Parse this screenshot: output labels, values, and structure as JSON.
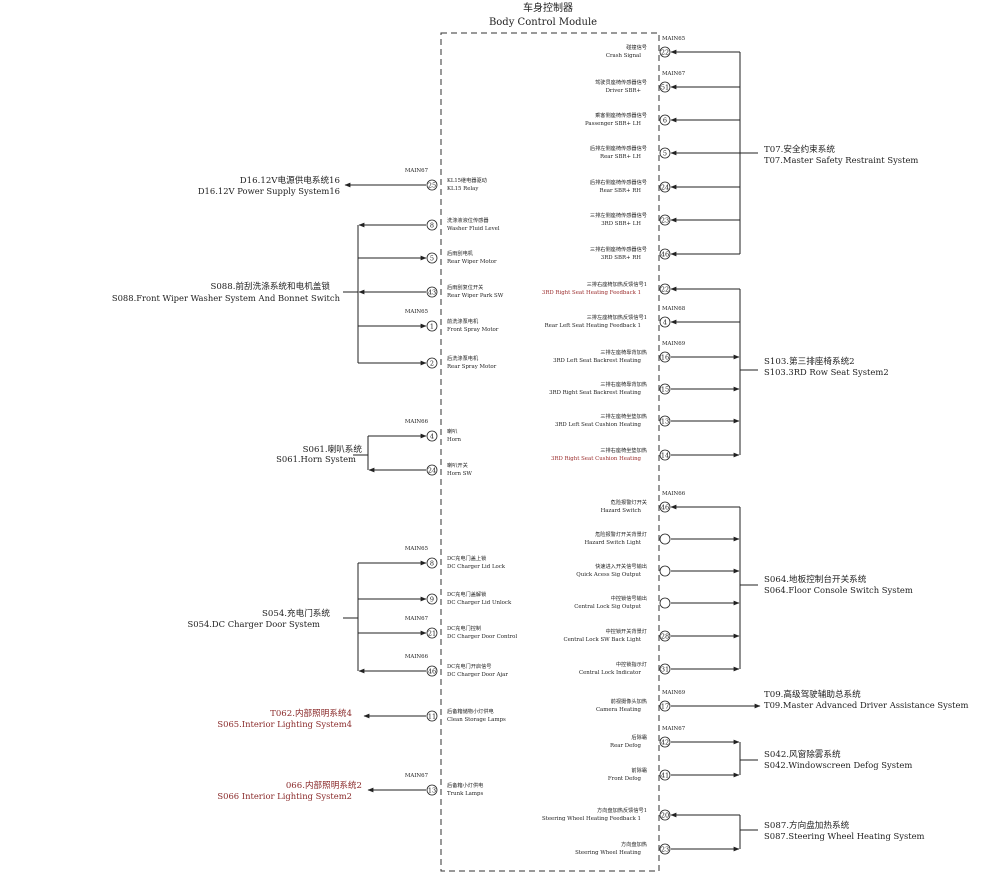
{
  "module": {
    "title_cn": "车身控制器",
    "title_en": "Body Control Module"
  },
  "left_pins": [
    {
      "connector": "MAIN67",
      "pin": "25",
      "cn": "KL15继电器驱动",
      "en": "KL15 Relay",
      "dir": "out"
    },
    {
      "connector": "",
      "pin": "8",
      "cn": "洗涤液液位传感器",
      "en": "Washer Fluid Level",
      "dir": "in"
    },
    {
      "connector": "",
      "pin": "5",
      "cn": "后雨刮电机",
      "en": "Rear Wiper Motor",
      "dir": "out"
    },
    {
      "connector": "",
      "pin": "43",
      "cn": "后雨刮复位开关",
      "en": "Rear Wiper Park SW",
      "dir": "in"
    },
    {
      "connector": "MAIN65",
      "pin": "1",
      "cn": "前洗涤泵电机",
      "en": "Front Spray Motor",
      "dir": "out"
    },
    {
      "connector": "",
      "pin": "2",
      "cn": "后洗涤泵电机",
      "en": "Rear Spray Motor",
      "dir": "out"
    },
    {
      "connector": "MAIN66",
      "pin": "4",
      "cn": "喇叭",
      "en": "Horn",
      "dir": "out"
    },
    {
      "connector": "",
      "pin": "24",
      "cn": "喇叭开关",
      "en": "Horn SW",
      "dir": "in"
    },
    {
      "connector": "MAIN65",
      "pin": "8",
      "cn": "DC充电门盖上锁",
      "en": "DC Charger Lid Lock",
      "dir": "out"
    },
    {
      "connector": "",
      "pin": "9",
      "cn": "DC充电门盖解锁",
      "en": "DC Charger Lid Unlock",
      "dir": "out"
    },
    {
      "connector": "MAIN67",
      "pin": "21",
      "cn": "DC充电门控制",
      "en": "DC Charger Door Control",
      "dir": "out"
    },
    {
      "connector": "MAIN66",
      "pin": "46",
      "cn": "DC充电门开启信号",
      "en": "DC Charger Door Ajar",
      "dir": "in"
    },
    {
      "connector": "",
      "pin": "11",
      "cn": "后备箱储物小灯供电",
      "en": "Clean Storage Lamps",
      "dir": "out"
    },
    {
      "connector": "MAIN67",
      "pin": "13",
      "cn": "后备箱小灯供电",
      "en": "Trunk Lamps",
      "dir": "out"
    }
  ],
  "right_pins": [
    {
      "connector": "MAIN65",
      "pin": "22",
      "cn": "碰撞信号",
      "en": "Crash Signal",
      "dir": "in"
    },
    {
      "connector": "MAIN67",
      "pin": "51",
      "cn": "驾驶员座椅传感器信号",
      "en": "Driver SBR+",
      "dir": "in"
    },
    {
      "connector": "",
      "pin": "6",
      "cn": "乘客侧座椅传感器信号",
      "en": "Passenger SBR+ LH",
      "dir": "in"
    },
    {
      "connector": "",
      "pin": "5",
      "cn": "后排左侧座椅传感器信号",
      "en": "Rear SBR+ LH",
      "dir": "in"
    },
    {
      "connector": "",
      "pin": "24",
      "cn": "后排右侧座椅传感器信号",
      "en": "Rear SBR+ RH",
      "dir": "in"
    },
    {
      "connector": "",
      "pin": "23",
      "cn": "三排左侧座椅传感器信号",
      "en": "3RD SBR+ LH",
      "dir": "in"
    },
    {
      "connector": "",
      "pin": "46",
      "cn": "三排右侧座椅传感器信号",
      "en": "3RD SBR+ RH",
      "dir": "in"
    },
    {
      "connector": "",
      "pin": "22",
      "cn": "三排右座椅加热反馈信号1",
      "en": "3RD Right Seat Heating Feedback 1",
      "dir": "in",
      "red": true
    },
    {
      "connector": "MAIN68",
      "pin": "4",
      "cn": "三排左座椅加热反馈信号1",
      "en": "Rear Left Seat Heating Feedback 1",
      "dir": "in"
    },
    {
      "connector": "MAIN69",
      "pin": "16",
      "cn": "三排左座椅靠背加热",
      "en": "3RD Left Seat Backrest Heating",
      "dir": "out"
    },
    {
      "connector": "",
      "pin": "15",
      "cn": "三排右座椅靠背加热",
      "en": "3RD Right Seat Backrest Heating",
      "dir": "out"
    },
    {
      "connector": "",
      "pin": "13",
      "cn": "三排左座椅坐垫加热",
      "en": "3RD Left Seat Cushion Heating",
      "dir": "out"
    },
    {
      "connector": "",
      "pin": "14",
      "cn": "三排右座椅坐垫加热",
      "en": "3RD Right Seat Cushion Heating",
      "dir": "out",
      "red": true
    },
    {
      "connector": "MAIN66",
      "pin": "46",
      "cn": "危险报警灯开关",
      "en": "Hazard Switch",
      "dir": "in"
    },
    {
      "connector": "",
      "pin": "",
      "cn": "危险报警灯开关背景灯",
      "en": "Hazard Switch Light",
      "dir": "out"
    },
    {
      "connector": "",
      "pin": "",
      "cn": "快速进入开关信号输出",
      "en": "Quick Acess Sig Output",
      "dir": "out"
    },
    {
      "connector": "",
      "pin": "",
      "cn": "中控锁信号输出",
      "en": "Central Lock Sig Output",
      "dir": "out"
    },
    {
      "connector": "",
      "pin": "28",
      "cn": "中控锁开关背景灯",
      "en": "Central Lock SW Back Light",
      "dir": "out"
    },
    {
      "connector": "",
      "pin": "31",
      "cn": "中控锁指示灯",
      "en": "Central Lock Indicator",
      "dir": "out"
    },
    {
      "connector": "MAIN69",
      "pin": "17",
      "cn": "前视摄像头加热",
      "en": "Camera Heating",
      "dir": "out"
    },
    {
      "connector": "MAIN67",
      "pin": "42",
      "cn": "后除霜",
      "en": "Rear Defog",
      "dir": "out"
    },
    {
      "connector": "",
      "pin": "41",
      "cn": "前除霜",
      "en": "Front Defog",
      "dir": "out"
    },
    {
      "connector": "",
      "pin": "20",
      "cn": "方向盘加热反馈信号1",
      "en": "Steering Wheel Heating Feedback 1",
      "dir": "in"
    },
    {
      "connector": "",
      "pin": "23",
      "cn": "方向盘加热",
      "en": "Steering Wheel Heating",
      "dir": "out"
    }
  ],
  "left_systems": [
    {
      "cn": "D16.12V电源供电系统16",
      "en": "D16.12V Power Supply System16",
      "red": false
    },
    {
      "cn": "S088.前刮洗涤系统和电机盖锁",
      "en": "S088.Front Wiper Washer System And Bonnet Switch",
      "red": false
    },
    {
      "cn": "S061.喇叭系统",
      "en": "S061.Horn System",
      "red": false
    },
    {
      "cn": "S054.充电门系统",
      "en": "S054.DC Charger Door System",
      "red": false
    },
    {
      "cn": "T062.内部照明系统4",
      "en": "S065.Interior Lighting System4",
      "red": true
    },
    {
      "cn": "066.内部照明系统2",
      "en": "S066 Interior Lighting System2",
      "red": true
    }
  ],
  "right_systems": [
    {
      "cn": "T07.安全约束系统",
      "en": "T07.Master Safety Restraint System"
    },
    {
      "cn": "S103.第三排座椅系统2",
      "en": "S103.3RD Row Seat System2"
    },
    {
      "cn": "S064.地板控制台开关系统",
      "en": "S064.Floor Console Switch System"
    },
    {
      "cn": "T09.高级驾驶辅助总系统",
      "en": "T09.Master Advanced Driver Assistance System"
    },
    {
      "cn": "S042.风窗除雾系统",
      "en": "S042.Windowscreen Defog System"
    },
    {
      "cn": "S087.方向盘加热系统",
      "en": "S087.Steering Wheel Heating System"
    }
  ]
}
